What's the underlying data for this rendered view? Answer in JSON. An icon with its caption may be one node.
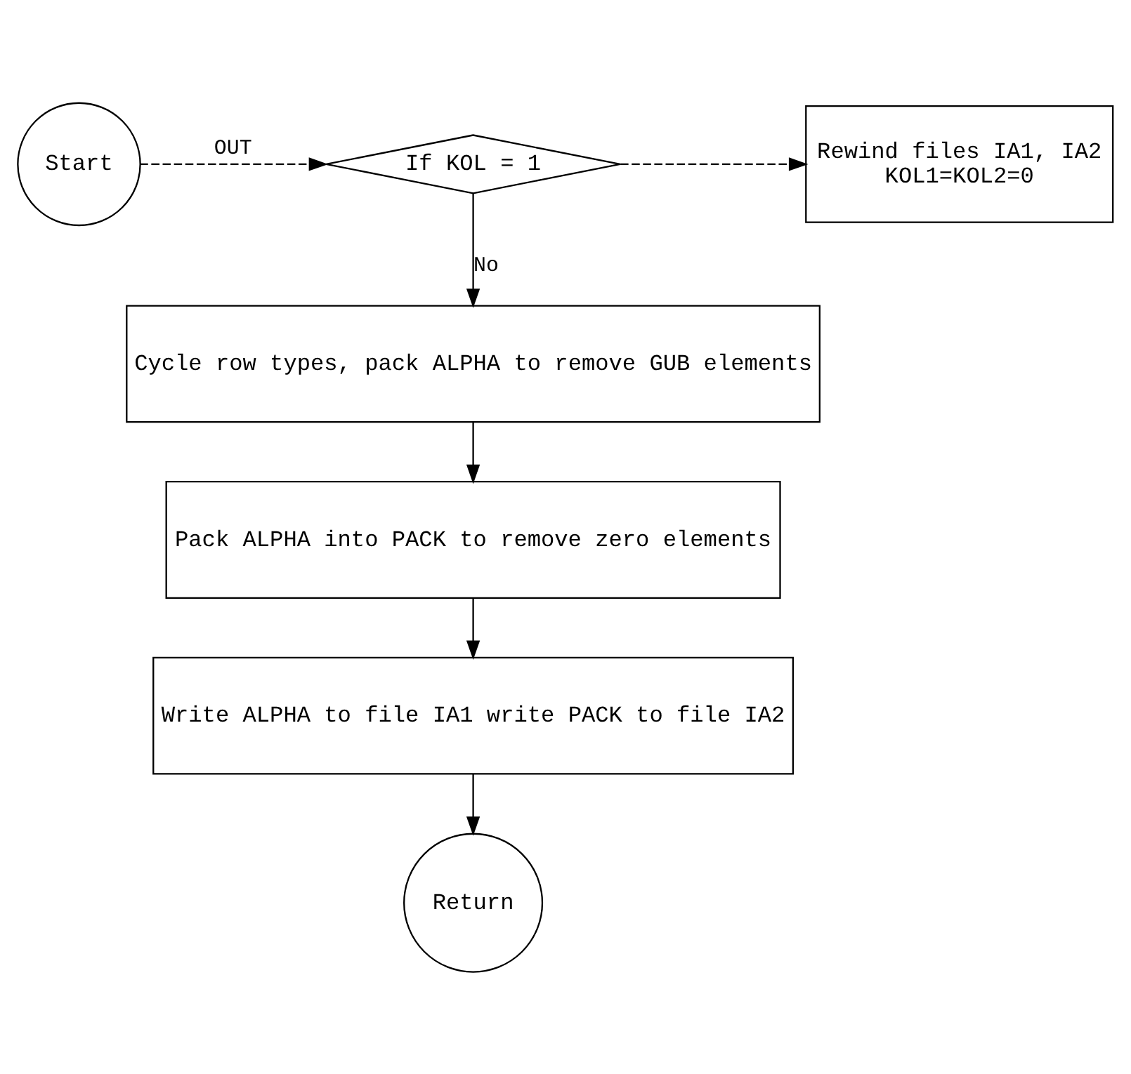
{
  "diagram": {
    "nodes": [
      {
        "text": [
          "Start"
        ]
      },
      {
        "text": [
          "If KOL = 1"
        ]
      },
      {
        "text": [
          "Rewind files IA1, IA2",
          "KOL1=KOL2=0"
        ]
      },
      {
        "text": [
          "Cycle row types, pack ALPHA to remove GUB elements"
        ]
      },
      {
        "text": [
          "Pack ALPHA into PACK to remove zero elements"
        ]
      },
      {
        "text": [
          "Write ALPHA to file IA1 write PACK to file IA2"
        ]
      },
      {
        "text": [
          "Return"
        ]
      }
    ],
    "edges": [
      {
        "from": 0,
        "to": 1,
        "arrow": "to",
        "label": "OUT",
        "style": "dashed"
      },
      {
        "from": 1,
        "to": 2,
        "arrow": "to",
        "style": "dashed"
      },
      {
        "from": 1,
        "to": 3,
        "arrow": "to",
        "label": "No"
      },
      {
        "from": 3,
        "to": 4,
        "arrow": "to"
      },
      {
        "from": 4,
        "to": 5,
        "arrow": "to"
      },
      {
        "from": 5,
        "to": 6,
        "arrow": "to"
      }
    ]
  }
}
